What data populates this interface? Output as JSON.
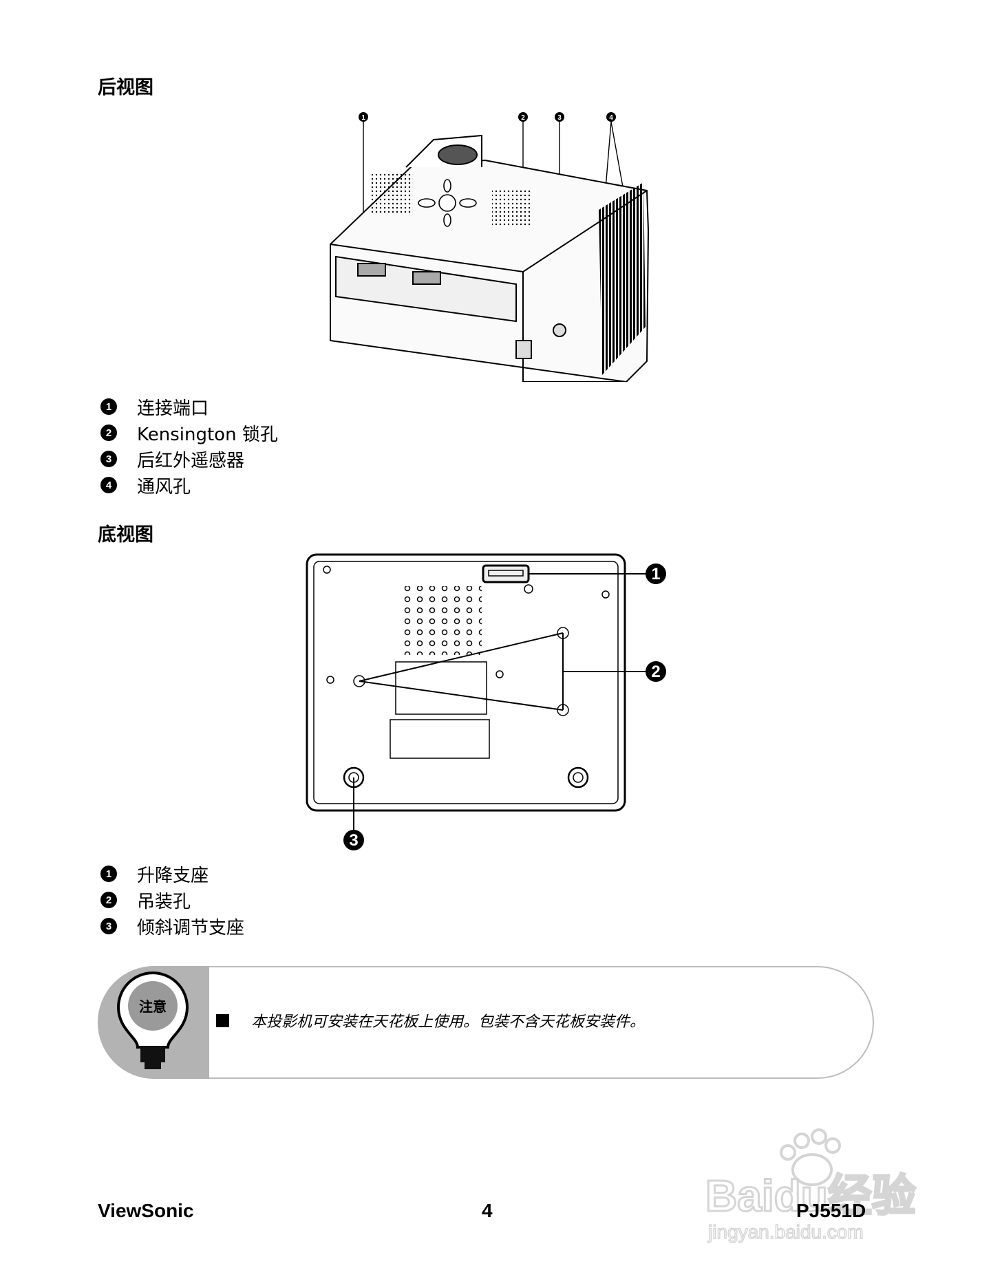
{
  "rear": {
    "heading": "后视图",
    "callouts": [
      "1",
      "2",
      "3",
      "4"
    ],
    "items": [
      {
        "num": "1",
        "label": "连接端口"
      },
      {
        "num": "2",
        "label": "Kensington 锁孔"
      },
      {
        "num": "3",
        "label": "后红外遥感器"
      },
      {
        "num": "4",
        "label": "通风孔"
      }
    ]
  },
  "bottom": {
    "heading": "底视图",
    "callouts": [
      "1",
      "2",
      "3"
    ],
    "items": [
      {
        "num": "1",
        "label": "升降支座"
      },
      {
        "num": "2",
        "label": "吊装孔"
      },
      {
        "num": "3",
        "label": "倾斜调节支座"
      }
    ]
  },
  "note": {
    "badge": "注意",
    "text": "本投影机可安装在天花板上使用。包装不含天花板安装件。"
  },
  "footer": {
    "brand": "ViewSonic",
    "page": "4",
    "model": "PJ551D"
  },
  "watermark": {
    "logo": "Baidu经验",
    "url": "jingyan.baidu.com"
  }
}
